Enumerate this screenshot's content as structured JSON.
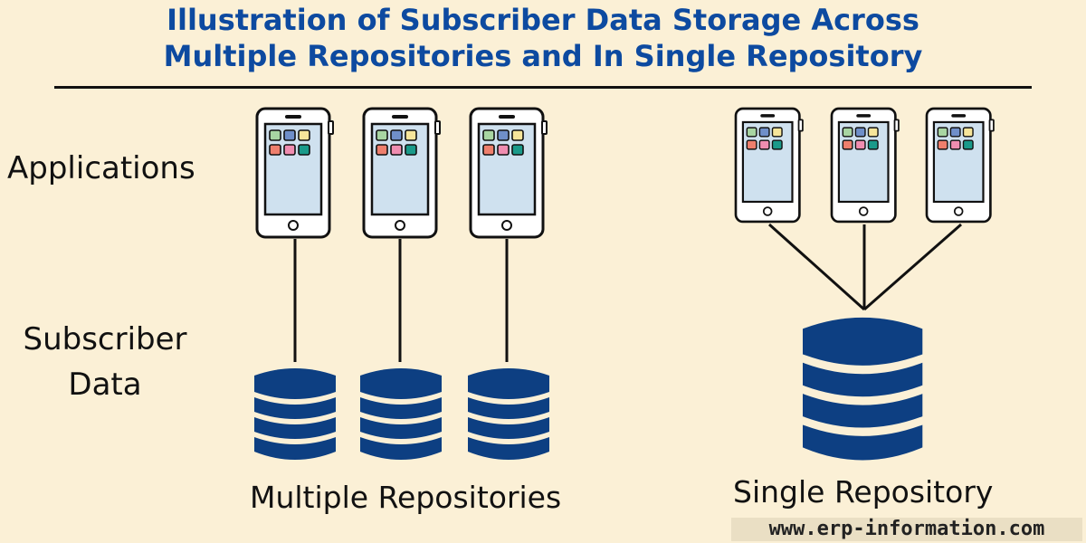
{
  "title": {
    "line1": "Illustration of Subscriber Data Storage Across",
    "line2": "Multiple Repositories and  In Single Repository"
  },
  "row_labels": {
    "applications": "Applications",
    "subscriber_data_line1": "Subscriber",
    "subscriber_data_line2": "Data"
  },
  "captions": {
    "multiple": "Multiple Repositories",
    "single": "Single Repository"
  },
  "watermark": "www.erp-information.com",
  "colors": {
    "background": "#fbf0d6",
    "title": "#0d4aa0",
    "database": "#0d3f82",
    "phone_outline": "#111111",
    "phone_screen": "#cfe1ef",
    "app_green": "#a8d5a2",
    "app_blue": "#6f8fc9",
    "app_yellow": "#f6e59a",
    "app_red": "#ee7f6d",
    "app_pink": "#f08db0",
    "app_teal": "#1a9a8a"
  },
  "icons": {
    "application": "smartphone-icon",
    "repository": "database-icon"
  }
}
